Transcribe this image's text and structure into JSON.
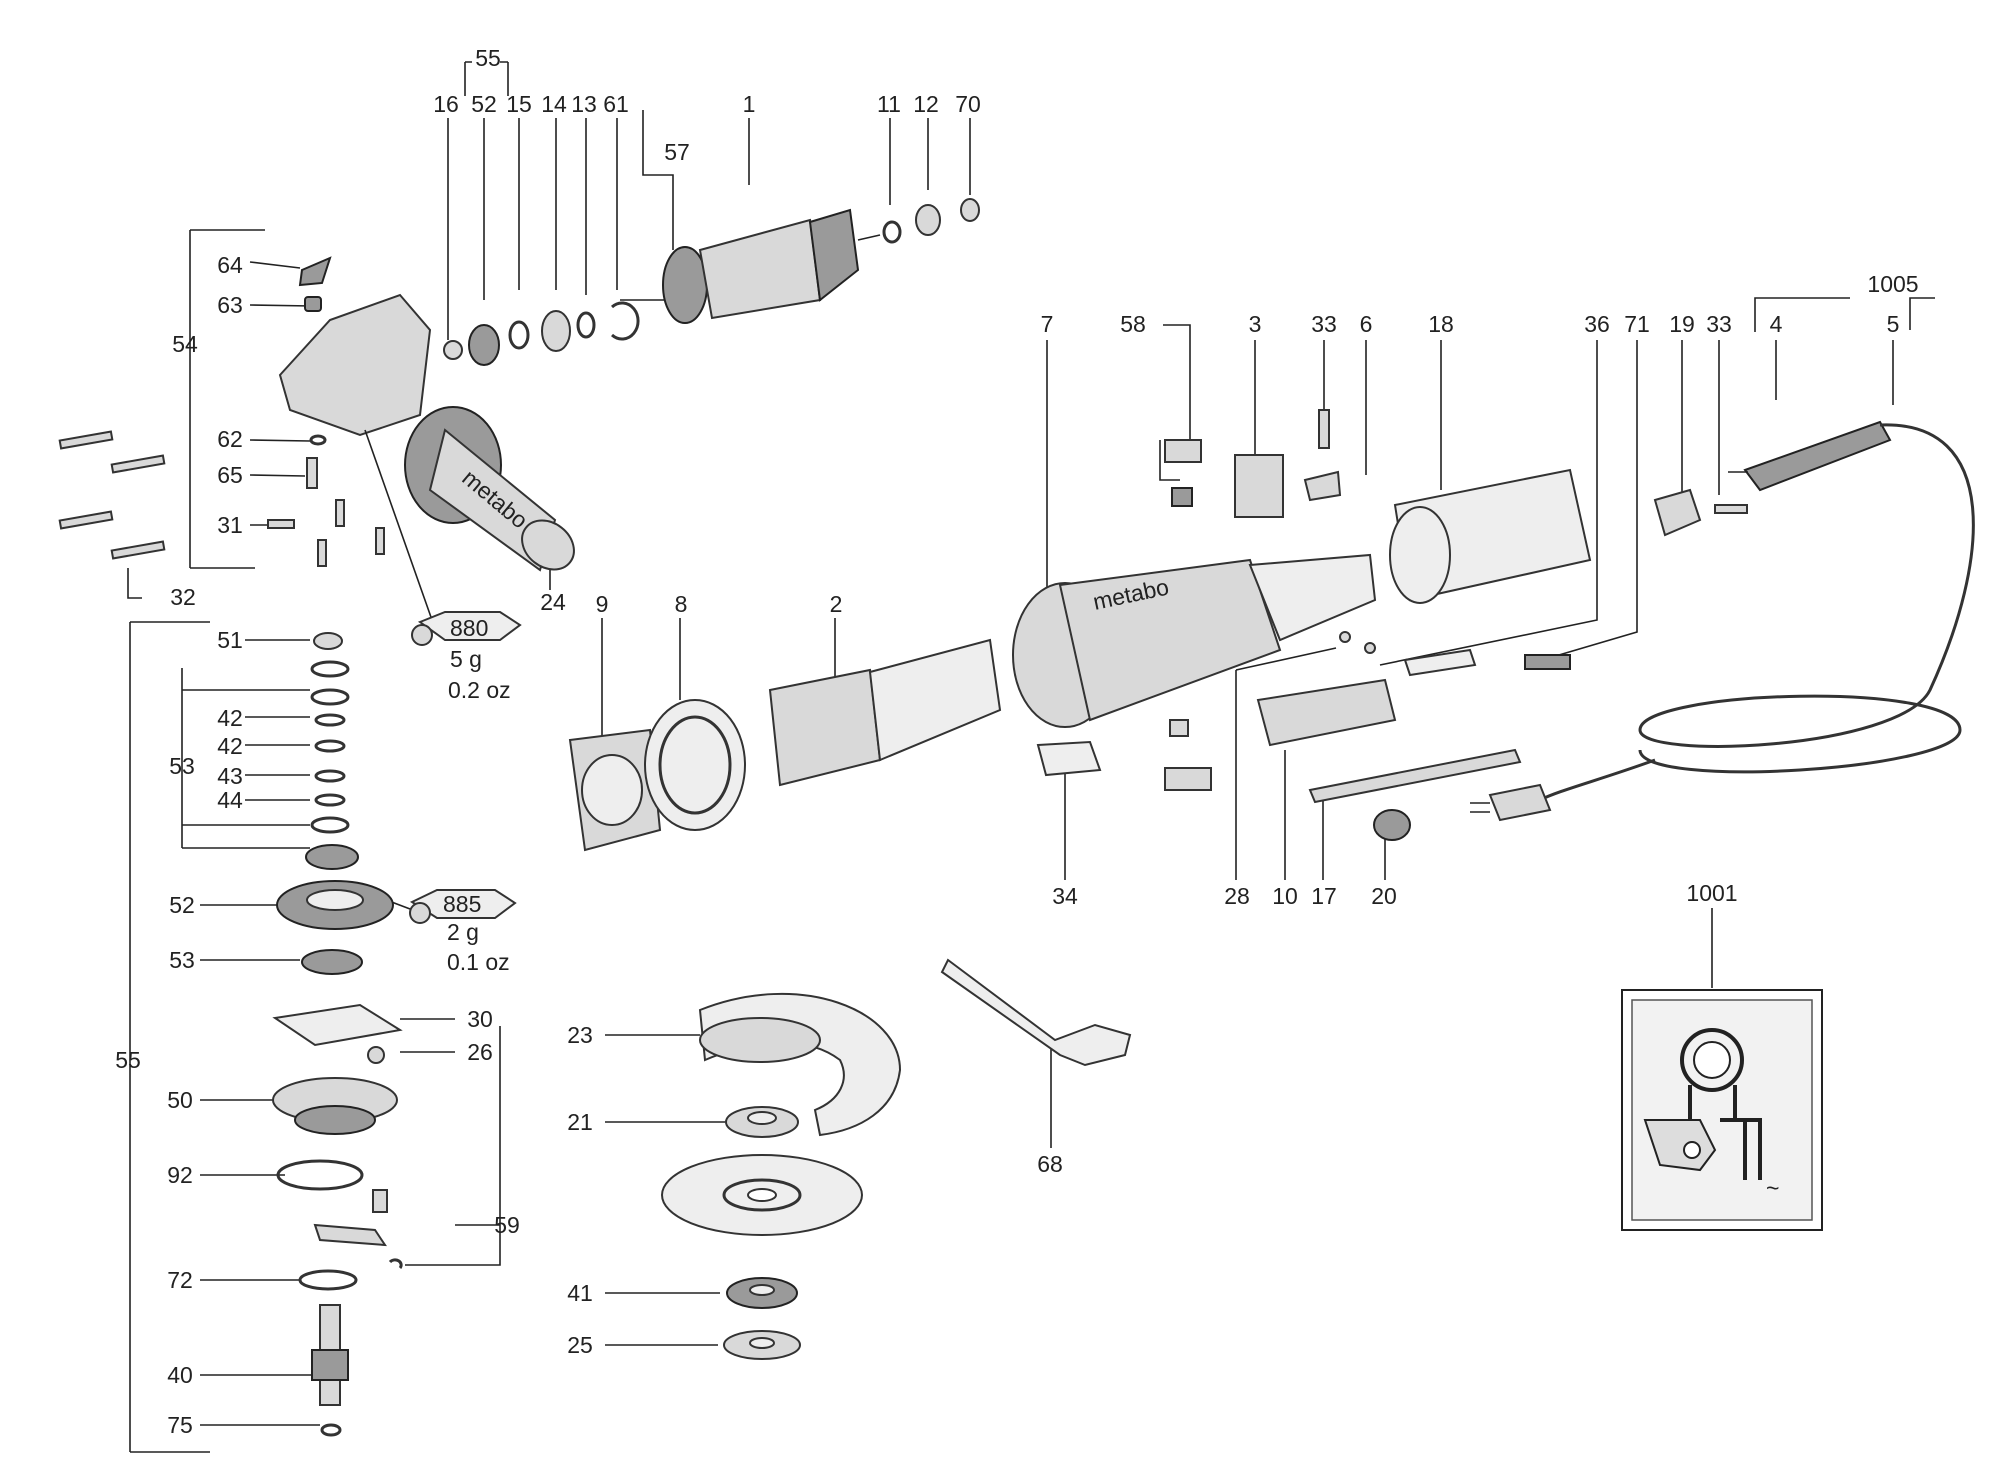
{
  "labels": {
    "p55_top": "55",
    "p16": "16",
    "p52_top": "52",
    "p15": "15",
    "p14": "14",
    "p13": "13",
    "p61": "61",
    "p1": "1",
    "p57": "57",
    "p11": "11",
    "p12": "12",
    "p70": "70",
    "p64": "64",
    "p63": "63",
    "p54": "54",
    "p62": "62",
    "p65": "65",
    "p31": "31",
    "p32": "32",
    "p24": "24",
    "p7": "7",
    "p58": "58",
    "p3": "3",
    "p33a": "33",
    "p6": "6",
    "p18": "18",
    "p36": "36",
    "p71": "71",
    "p19": "19",
    "p33b": "33",
    "p1005": "1005",
    "p4": "4",
    "p5": "5",
    "p9": "9",
    "p8": "8",
    "p2": "2",
    "p51": "51",
    "p53a": "53",
    "p42a": "42",
    "p42b": "42",
    "p43": "43",
    "p44": "44",
    "p52": "52",
    "p53b": "53",
    "p30": "30",
    "p26": "26",
    "p55_left": "55",
    "p50": "50",
    "p92": "92",
    "p59": "59",
    "p72": "72",
    "p40": "40",
    "p75": "75",
    "p34": "34",
    "p28": "28",
    "p10": "10",
    "p17": "17",
    "p20": "20",
    "p1001": "1001",
    "p23": "23",
    "p21": "21",
    "p41": "41",
    "p25": "25",
    "p68": "68"
  },
  "grease_880": {
    "code": "880",
    "mass": "5 g",
    "oz": "0.2 oz"
  },
  "grease_885": {
    "code": "885",
    "mass": "2 g",
    "oz": "0.1 oz"
  },
  "handle_brand": "metabo",
  "housing_brand": "metabo",
  "schematic_symbol": "~"
}
